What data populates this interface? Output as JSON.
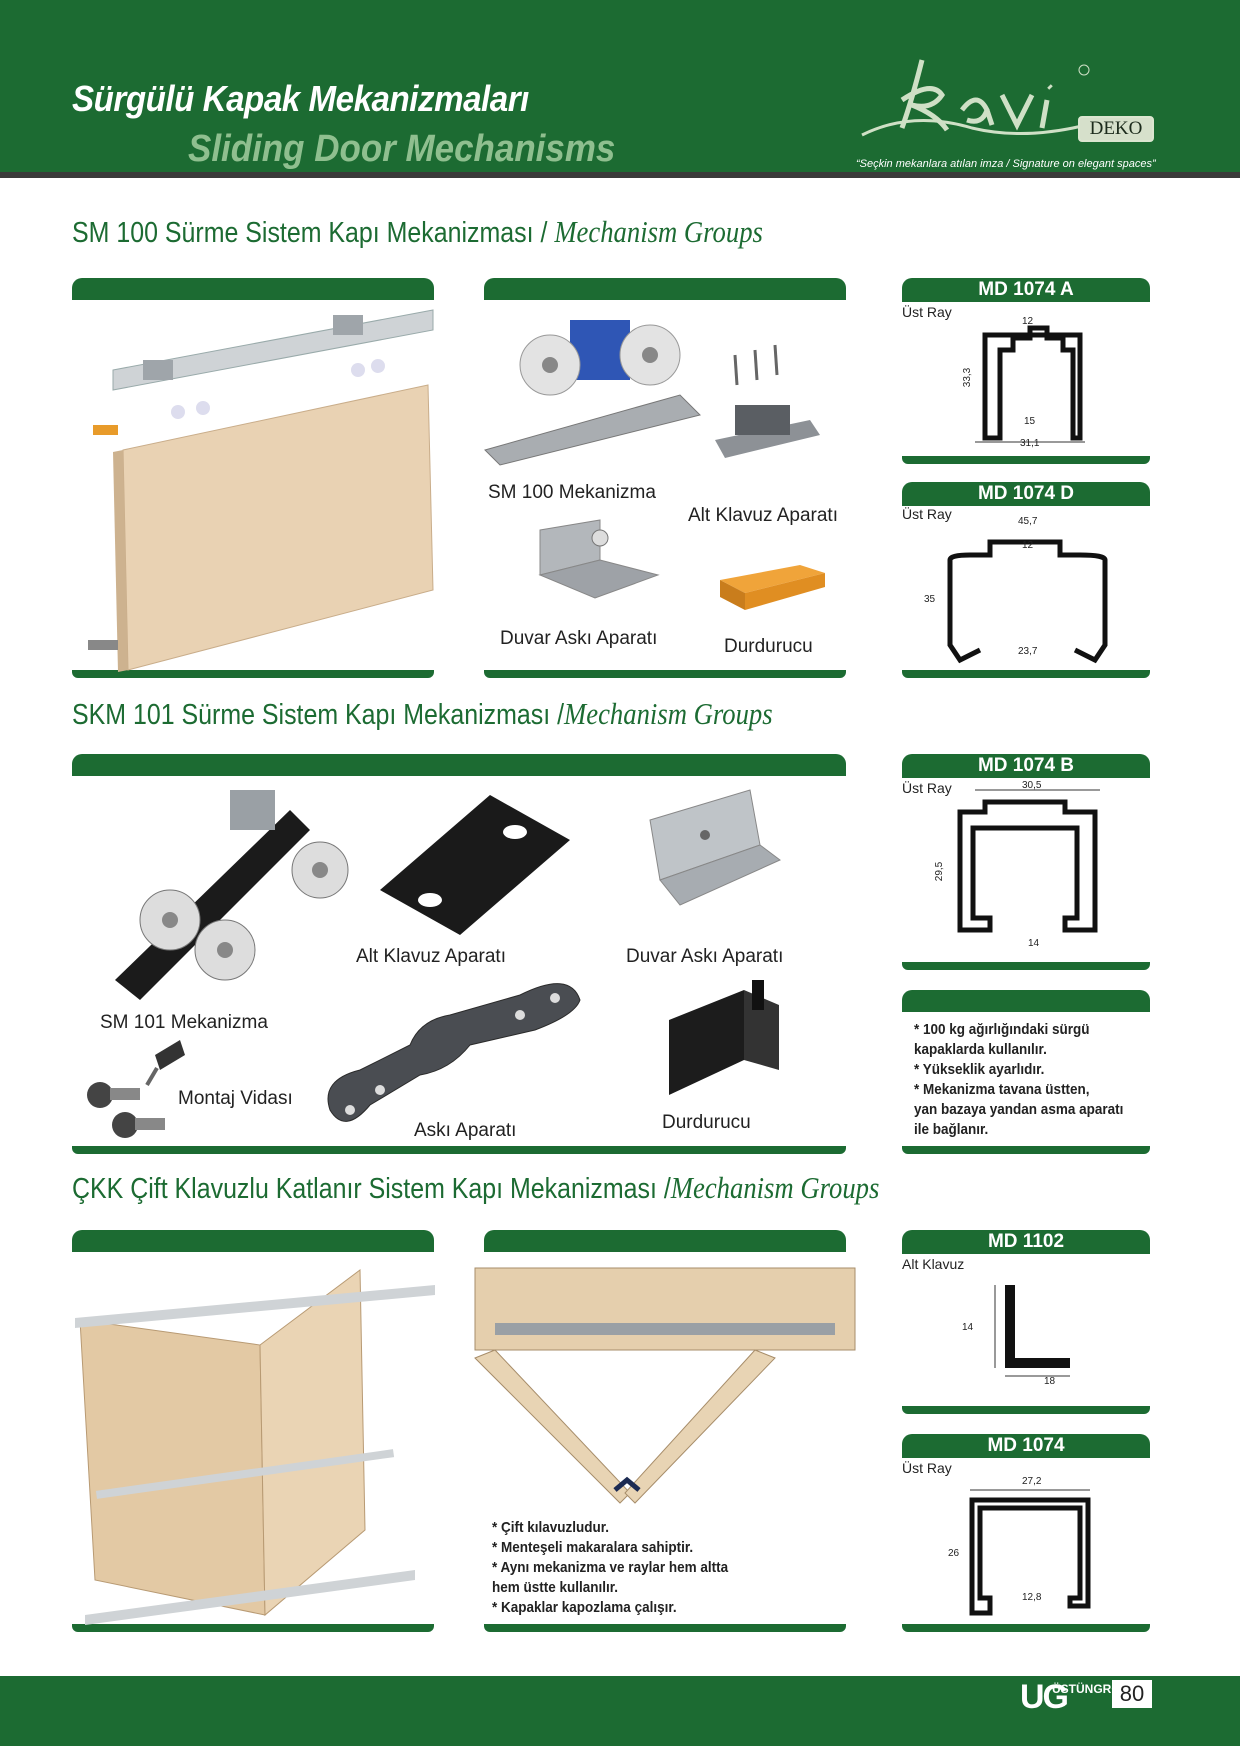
{
  "header": {
    "title_tr": "Sürgülü Kapak Mekanizmaları",
    "title_en": "Sliding Door Mechanisms",
    "slogan": "“Seçkin mekanlara atılan imza / Signature on elegant spaces”",
    "deko": "DEKO"
  },
  "s1": {
    "title": "SM 100 Sürme Sistem Kapı Mekanizması /",
    "title_en": "Mechanism Groups",
    "labels": {
      "mech": "SM 100 Mekanizma",
      "guide": "Alt Klavuz Aparatı",
      "wall": "Duvar Askı Aparatı",
      "stop": "Durdurucu"
    }
  },
  "md1074a": {
    "code": "MD 1074 A",
    "type": "Üst Ray",
    "d1": "12",
    "d2": "33,3",
    "d3": "15",
    "d4": "31,1"
  },
  "md1074d": {
    "code": "MD 1074 D",
    "type": "Üst Ray",
    "d1": "45,7",
    "d2": "12",
    "d3": "35",
    "d4": "23,7"
  },
  "s2": {
    "title": "SKM 101 Sürme Sistem Kapı Mekanizması /",
    "title_en": "Mechanism Groups",
    "labels": {
      "guide": "Alt Klavuz Aparatı",
      "wall": "Duvar Askı Aparatı",
      "mech": "SM 101 Mekanizma",
      "screw": "Montaj Vidası",
      "hanger": "Askı Aparatı",
      "stop": "Durdurucu"
    }
  },
  "md1074b": {
    "code": "MD 1074 B",
    "type": "Üst Ray",
    "d1": "30,5",
    "d2": "29,5",
    "d3": "14"
  },
  "notes2": [
    "* 100 kg ağırlığındaki sürgü",
    "kapaklarda kullanılır.",
    "* Yükseklik ayarlıdır.",
    "* Mekanizma tavana üstten,",
    "yan bazaya yandan asma aparatı",
    "ile bağlanır."
  ],
  "s3": {
    "title": "ÇKK Çift Klavuzlu Katlanır Sistem Kapı Mekanizması /",
    "title_en": "Mechanism Groups"
  },
  "notes3": [
    "* Çift kılavuzludur.",
    "* Menteşeli makaralara sahiptir.",
    "* Aynı mekanizma ve raylar hem altta",
    "hem üstte kullanılır.",
    "* Kapaklar kapozlama çalışır."
  ],
  "md1102": {
    "code": "MD 1102",
    "type": "Alt Klavuz",
    "d1": "14",
    "d2": "18"
  },
  "md1074": {
    "code": "MD 1074",
    "type": "Üst Ray",
    "d1": "27,2",
    "d2": "26",
    "d3": "12,8"
  },
  "footer": {
    "page": "80",
    "brand": "ÜSTÜNGROUP",
    "brand_mark": "UG"
  }
}
